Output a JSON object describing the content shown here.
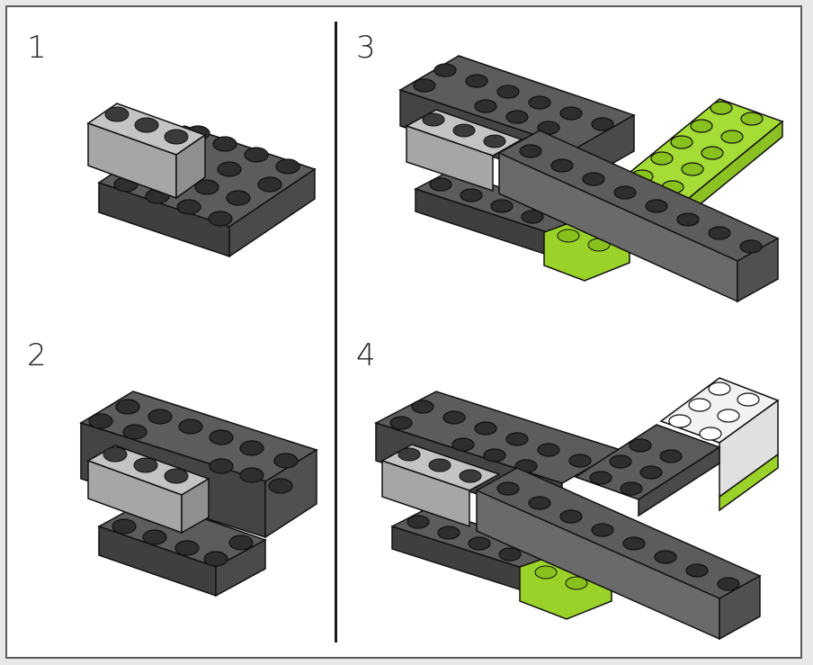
{
  "steps": [
    {
      "number": "1"
    },
    {
      "number": "2"
    },
    {
      "number": "3"
    },
    {
      "number": "4"
    }
  ],
  "colors": {
    "dark_gray": "#4d4d4d",
    "dark_gray_top": "#5c5c5c",
    "light_gray": "#a9a9a9",
    "light_gray_top": "#bdbdbd",
    "lime": "#9bd22a",
    "lime_top": "#a6dc36",
    "white_brick": "#f2f2f2",
    "outline": "#111111"
  }
}
